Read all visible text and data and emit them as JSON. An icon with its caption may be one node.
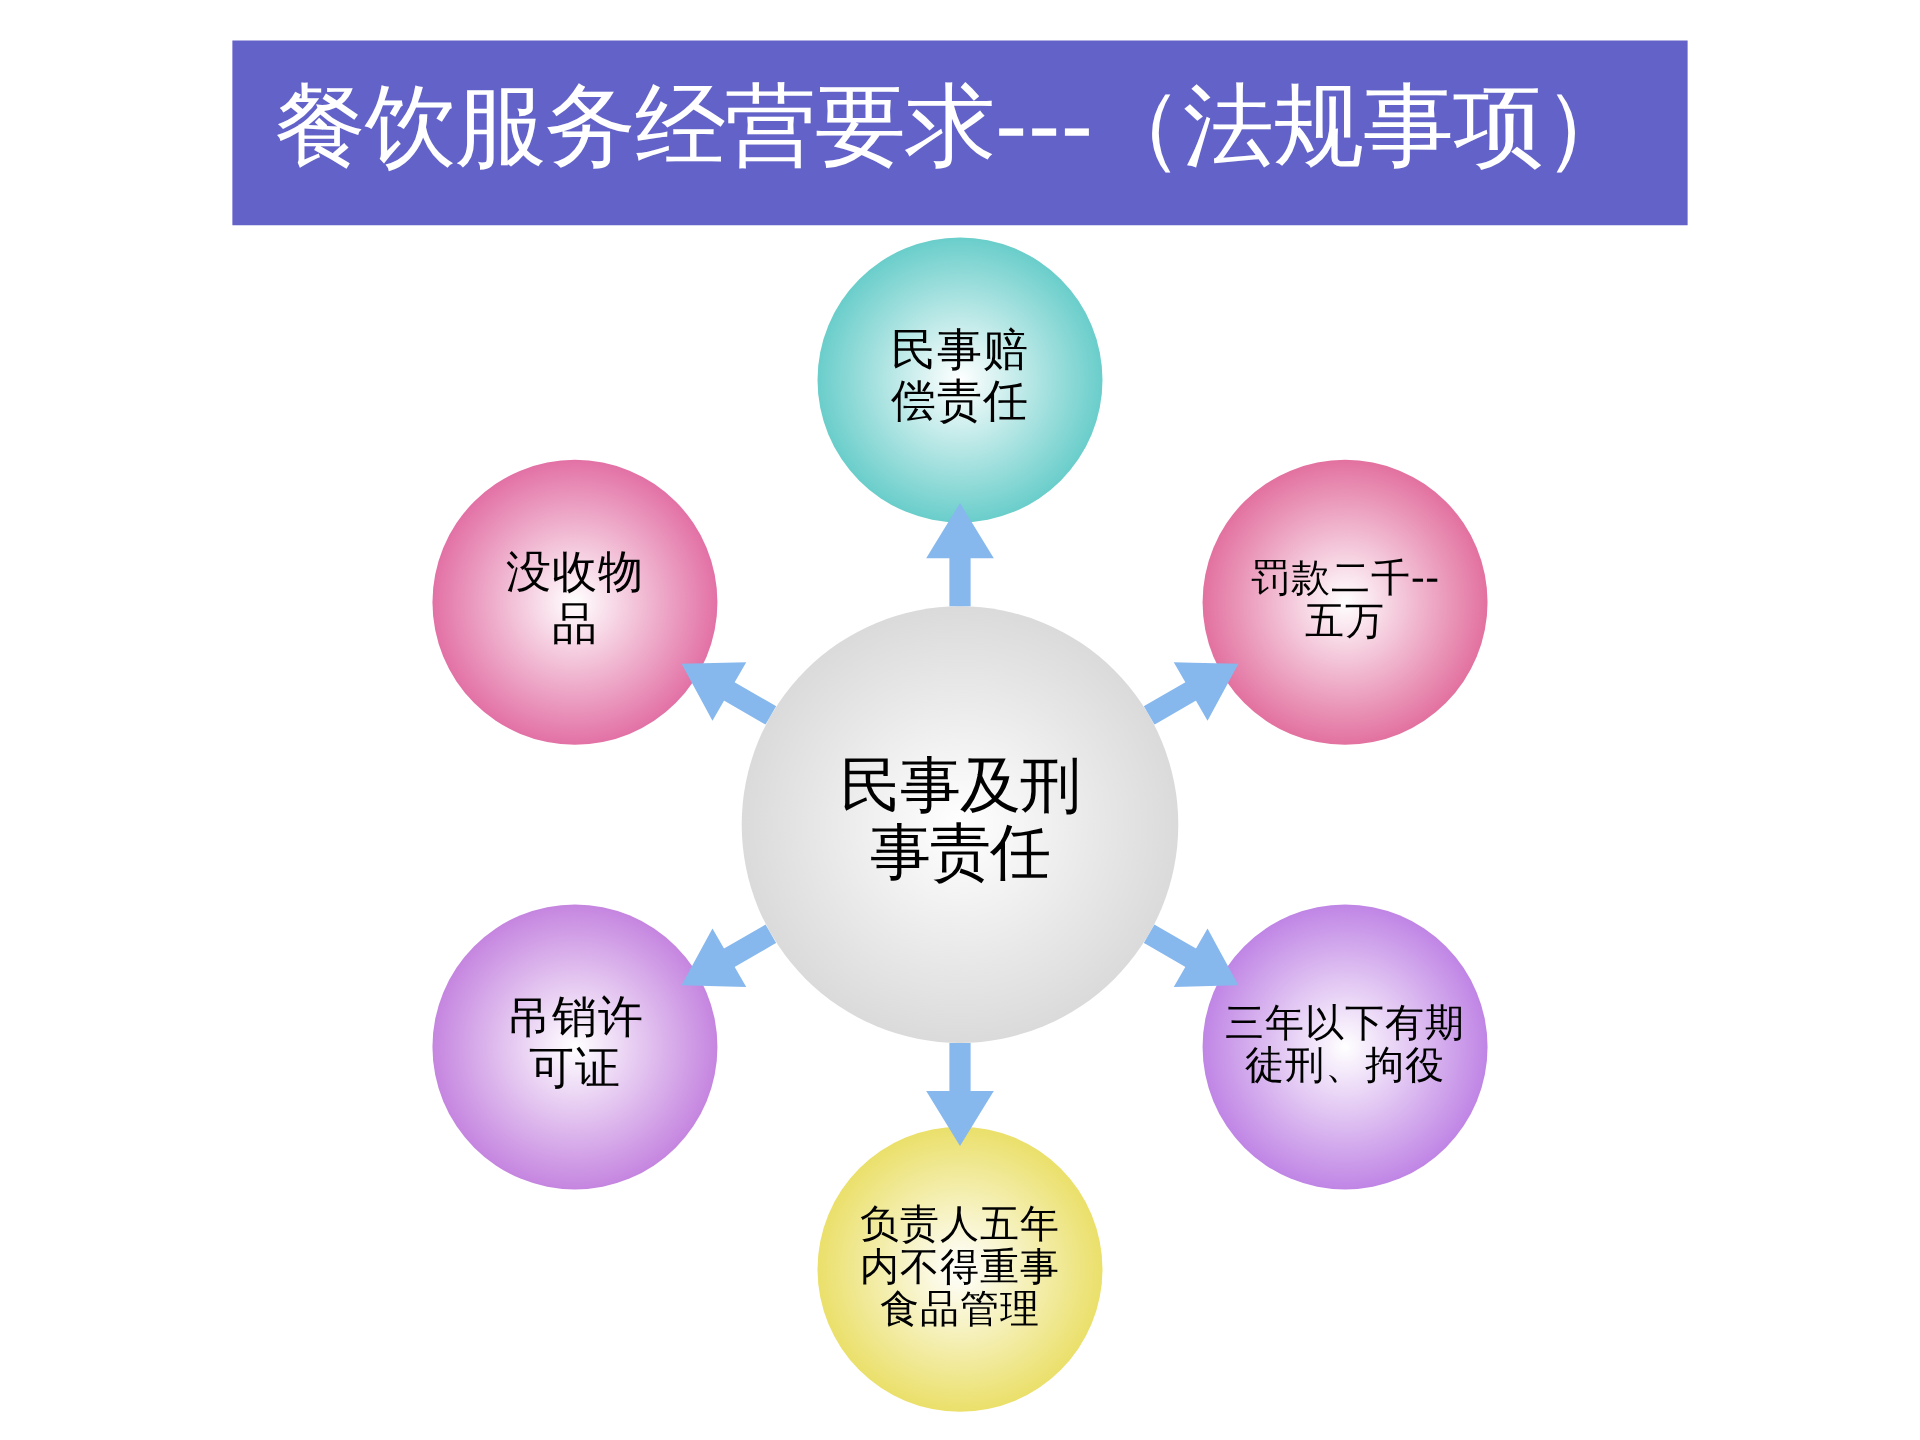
{
  "diagram": {
    "title": "餐饮服务经营要求---（法规事项）",
    "nodes": [
      {
        "text": [
          "民事及刑事责任"
        ]
      },
      {
        "text": [
          "民事赔偿责任"
        ]
      },
      {
        "text": [
          "没收物品"
        ]
      },
      {
        "text": [
          "罚款二千--五万"
        ]
      },
      {
        "text": [
          "吊销许可证"
        ]
      },
      {
        "text": [
          "三年以下有期徒刑、拘役"
        ]
      },
      {
        "text": [
          "负责人五年内不得重事食品管理"
        ]
      }
    ],
    "edges": [
      {
        "from": 0,
        "to": 1,
        "arrow": "to"
      },
      {
        "from": 0,
        "to": 2,
        "arrow": "to"
      },
      {
        "from": 0,
        "to": 3,
        "arrow": "to"
      },
      {
        "from": 0,
        "to": 4,
        "arrow": "to"
      },
      {
        "from": 0,
        "to": 5,
        "arrow": "to"
      },
      {
        "from": 0,
        "to": 6,
        "arrow": "to"
      }
    ]
  }
}
